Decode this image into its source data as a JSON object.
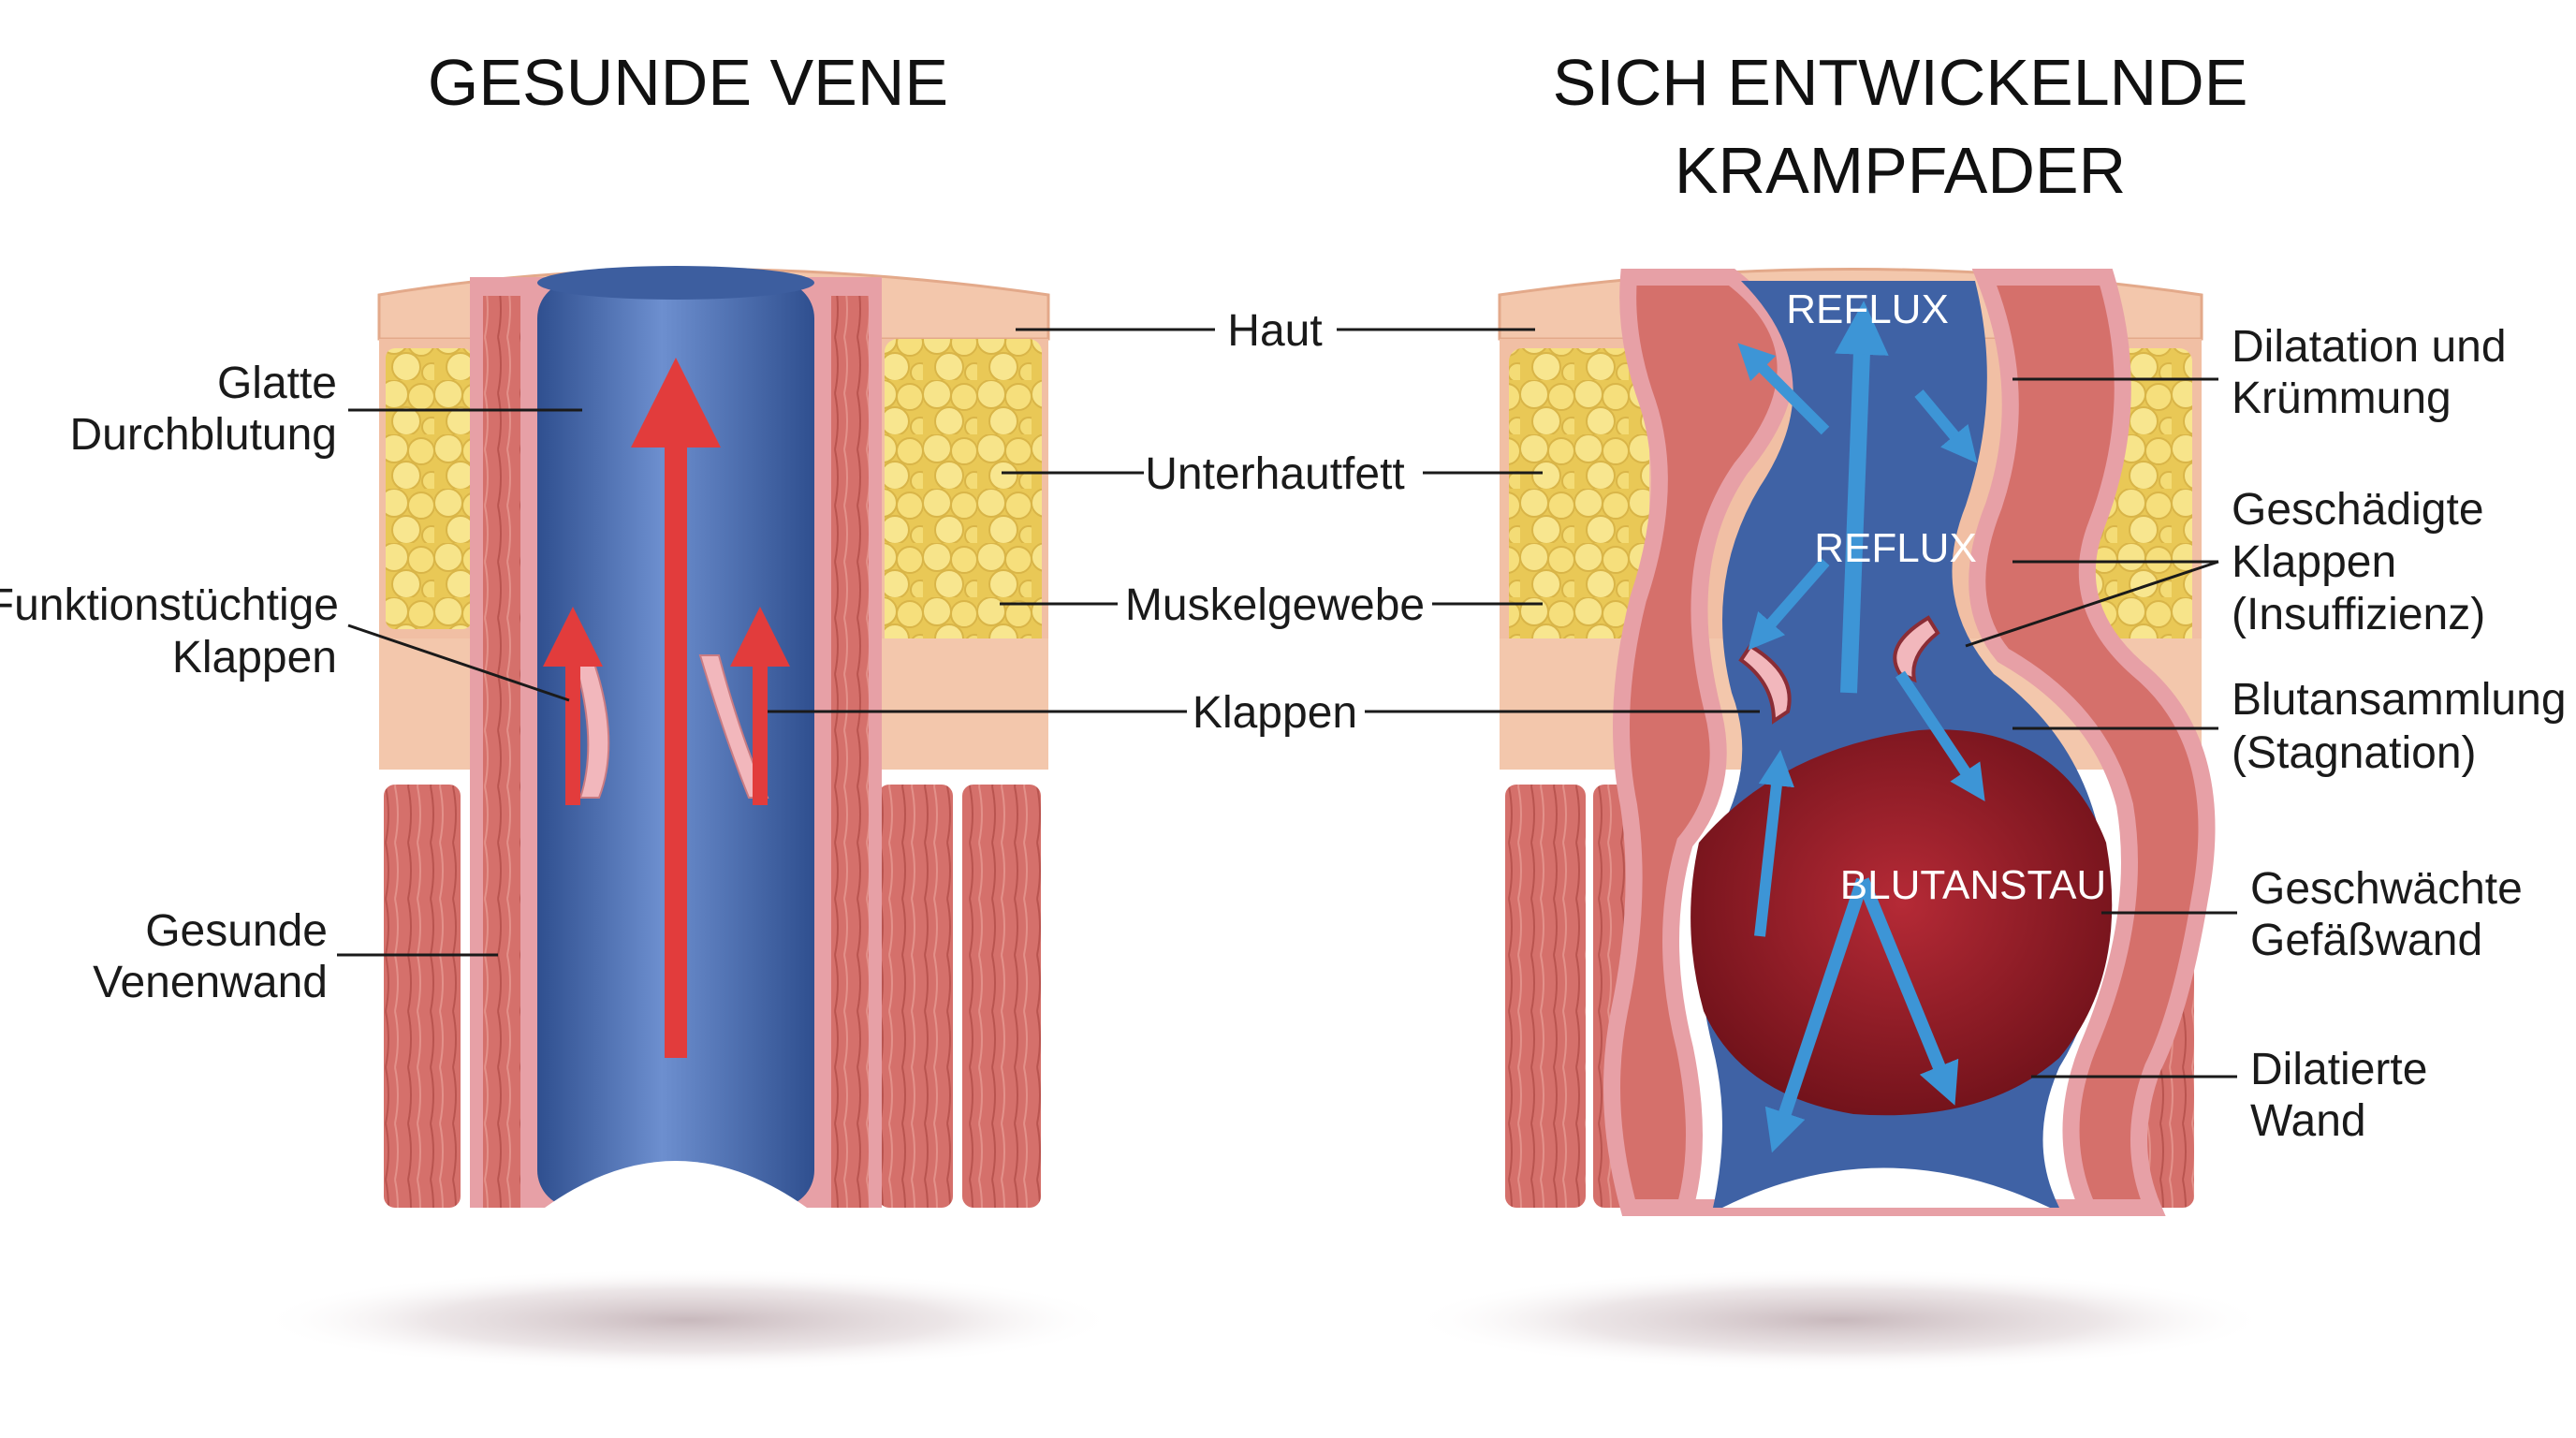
{
  "titles": {
    "healthy": "GESUNDE VENE",
    "varicose_line1": "SICH ENTWICKELNDE",
    "varicose_line2": "KRAMPFADER"
  },
  "center_labels": {
    "skin": "Haut",
    "subcutaneous_fat": "Unterhautfett",
    "muscle_tissue": "Muskelgewebe",
    "valves": "Klappen"
  },
  "left_labels": {
    "smooth_flow_line1": "Glatte",
    "smooth_flow_line2": "Durchblutung",
    "functional_valves_line1": "Funktionstüchtige",
    "functional_valves_line2": "Klappen",
    "healthy_wall_line1": "Gesunde",
    "healthy_wall_line2": "Venenwand"
  },
  "right_labels": {
    "dilation_line1": "Dilatation und",
    "dilation_line2": "Krümmung",
    "damaged_valves_line1": "Geschädigte",
    "damaged_valves_line2": "Klappen",
    "damaged_valves_line3": "(Insuffizienz)",
    "pooling_line1": "Blutansammlung",
    "pooling_line2": "(Stagnation)",
    "weakened_wall_line1": "Geschwächte",
    "weakened_wall_line2": "Gefäßwand",
    "dilated_wall_line1": "Dilatierte",
    "dilated_wall_line2": "Wand"
  },
  "inside_labels": {
    "reflux_top": "REFLUX",
    "reflux_middle": "REFLUX",
    "congestion": "BLUTANSTAU"
  },
  "colors": {
    "skin": "#f3c7ac",
    "fat": "#f2dc6a",
    "muscle": "#d9776f",
    "vein_blue": "#4a6fae",
    "vein_wall": "#e7a0a6",
    "healthy_arrow": "#e23c3c",
    "reflux_arrow": "#3d95d6",
    "pooled_blood": "#8e1c26"
  }
}
